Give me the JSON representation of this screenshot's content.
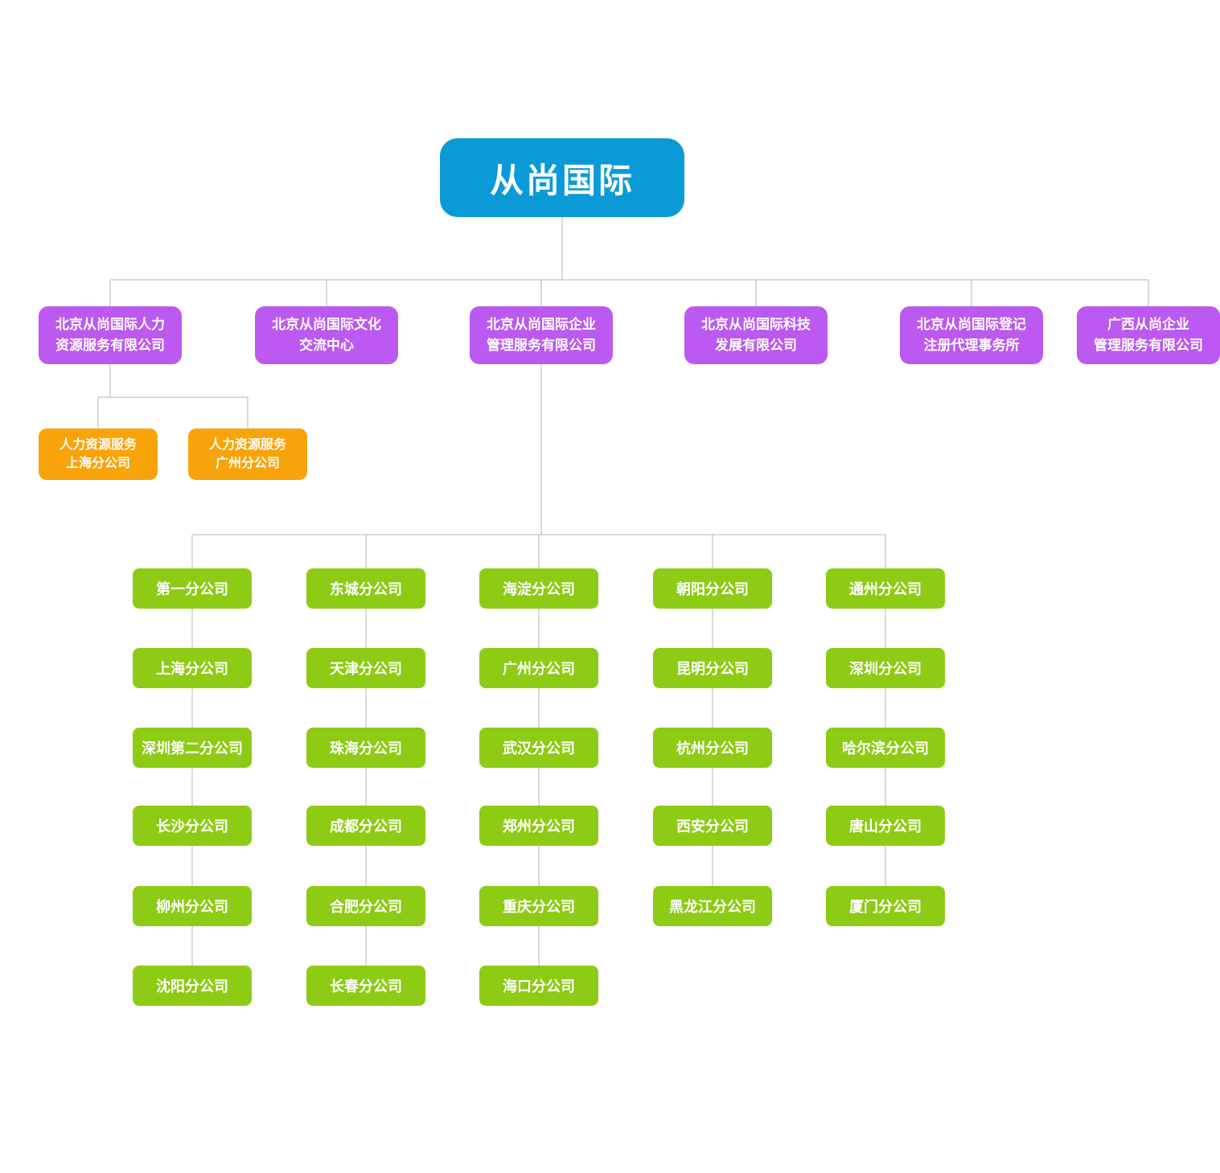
{
  "colors": {
    "root_box": "#0a9bd7",
    "level2_box": "#bb59f0",
    "hr_branch_box": "#f9a30a",
    "branch_box": "#8dcb14",
    "connector": "#b4b4b4",
    "box_text": "#ffffff"
  },
  "root": {
    "label": "从尚国际"
  },
  "level2": [
    {
      "id": "hr-services",
      "lines": [
        "北京从尚国际人力",
        "资源服务有限公司"
      ]
    },
    {
      "id": "culture-center",
      "lines": [
        "北京从尚国际文化",
        "交流中心"
      ]
    },
    {
      "id": "enterprise-mgmt",
      "lines": [
        "北京从尚国际企业",
        "管理服务有限公司"
      ]
    },
    {
      "id": "tech-development",
      "lines": [
        "北京从尚国际科技",
        "发展有限公司"
      ]
    },
    {
      "id": "registration-agency",
      "lines": [
        "北京从尚国际登记",
        "注册代理事务所"
      ]
    },
    {
      "id": "guangxi-mgmt",
      "lines": [
        "广西从尚企业",
        "管理服务有限公司"
      ]
    }
  ],
  "hr_branches": [
    {
      "id": "shanghai-hr",
      "lines": [
        "人力资源服务",
        "上海分公司"
      ]
    },
    {
      "id": "guangzhou-hr",
      "lines": [
        "人力资源服务",
        "广州分公司"
      ]
    }
  ],
  "branch_columns": [
    [
      "第一分公司",
      "上海分公司",
      "深圳第二分公司",
      "长沙分公司",
      "柳州分公司",
      "沈阳分公司"
    ],
    [
      "东城分公司",
      "天津分公司",
      "珠海分公司",
      "成都分公司",
      "合肥分公司",
      "长春分公司"
    ],
    [
      "海淀分公司",
      "广州分公司",
      "武汉分公司",
      "郑州分公司",
      "重庆分公司",
      "海口分公司"
    ],
    [
      "朝阳分公司",
      "昆明分公司",
      "杭州分公司",
      "西安分公司",
      "黑龙江分公司"
    ],
    [
      "通州分公司",
      "深圳分公司",
      "哈尔滨分公司",
      "唐山分公司",
      "厦门分公司"
    ]
  ]
}
